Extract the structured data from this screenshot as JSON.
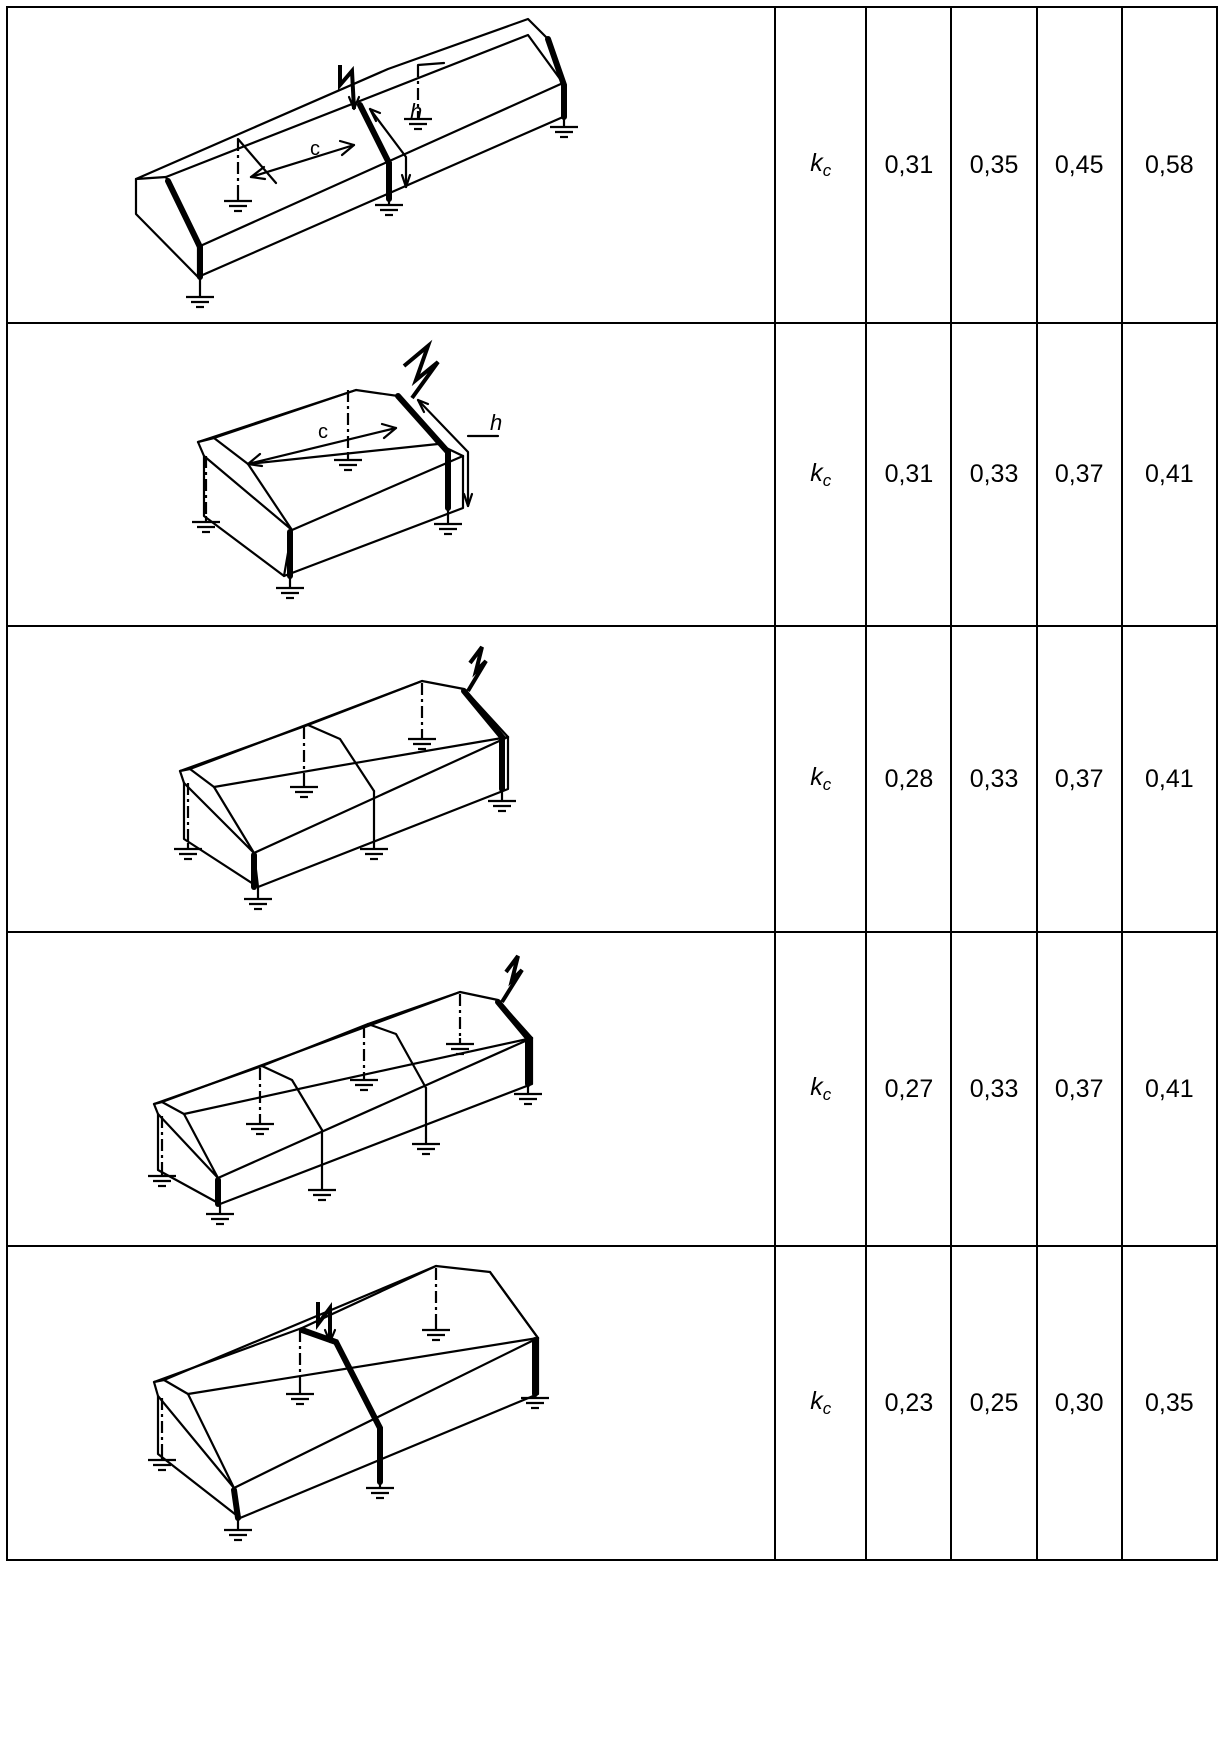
{
  "symbol": {
    "main": "k",
    "sub": "c"
  },
  "dimension_labels": {
    "c": "c",
    "h": "h"
  },
  "rows": [
    {
      "values": [
        "0,31",
        "0,35",
        "0,45",
        "0,58"
      ],
      "figure": "lightning-strike-figure-1"
    },
    {
      "values": [
        "0,31",
        "0,33",
        "0,37",
        "0,41"
      ],
      "figure": "lightning-strike-figure-2"
    },
    {
      "values": [
        "0,28",
        "0,33",
        "0,37",
        "0,41"
      ],
      "figure": "lightning-strike-figure-3"
    },
    {
      "values": [
        "0,27",
        "0,33",
        "0,37",
        "0,41"
      ],
      "figure": "lightning-strike-figure-4"
    },
    {
      "values": [
        "0,23",
        "0,25",
        "0,30",
        "0,35"
      ],
      "figure": "lightning-strike-figure-5"
    }
  ]
}
